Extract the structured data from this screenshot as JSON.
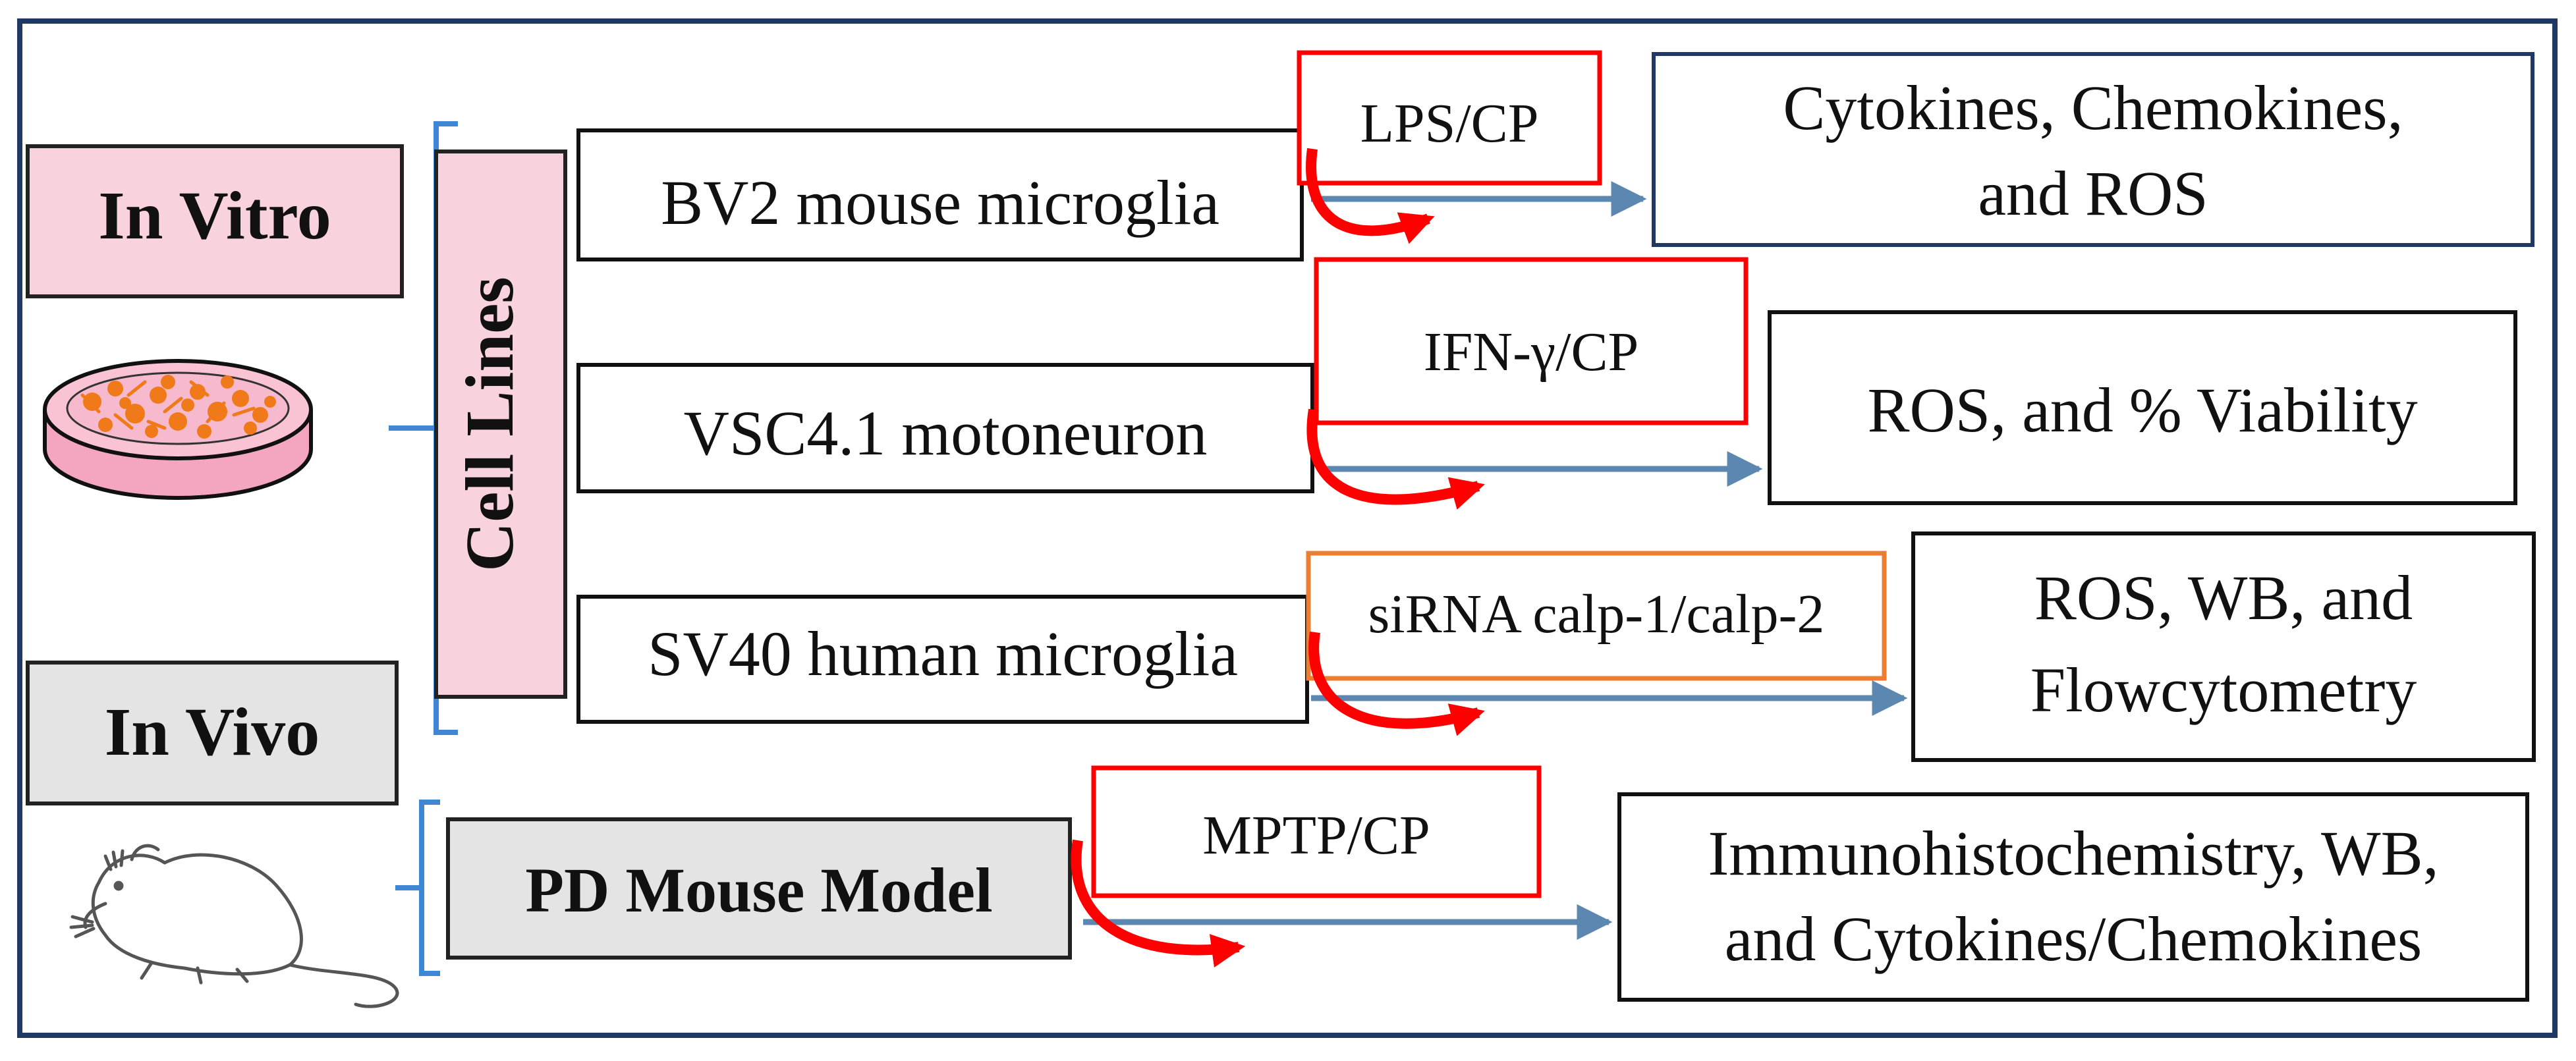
{
  "labels": {
    "in_vitro": "In Vitro",
    "in_vivo": "In Vivo",
    "cell_lines": "Cell Lines",
    "pd_mouse_model": "PD Mouse Model"
  },
  "cell_lines": [
    {
      "name": "BV2 mouse microglia",
      "treatment": "LPS/CP",
      "readout": [
        "Cytokines, Chemokines,",
        "and ROS"
      ]
    },
    {
      "name": "VSC4.1 motoneuron",
      "treatment": "IFN-γ/CP",
      "readout": [
        "ROS, and % Viability"
      ]
    },
    {
      "name": "SV40 human microglia",
      "treatment": "siRNA calp-1/calp-2",
      "readout": [
        "ROS, WB, and",
        "Flowcytometry"
      ]
    }
  ],
  "in_vivo_model": {
    "treatment": "MPTP/CP",
    "readout": [
      "Immunohistochemistry,  WB,",
      "and Cytokines/Chemokines"
    ]
  },
  "colors": {
    "frame": "#1f3864",
    "in_vitro_fill": "#f8d3de",
    "in_vivo_fill": "#e4e4e4",
    "bracket": "#3f86d4",
    "red": "#ff0000",
    "orange": "#ed7d31",
    "arrow": "#5b87b0",
    "dish": "#f4a6c0",
    "cells": "#f07a1a"
  },
  "icons": {
    "dish": "petri-dish-icon",
    "mouse": "mouse-icon"
  }
}
